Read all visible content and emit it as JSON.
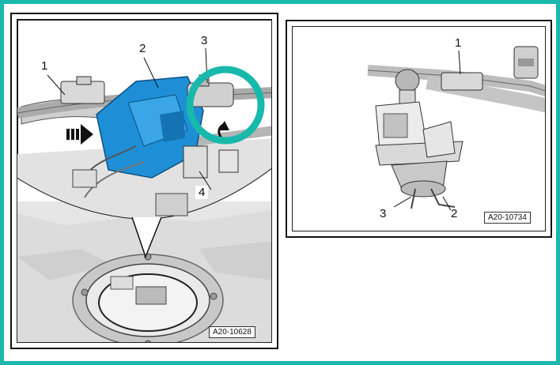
{
  "left_panel": {
    "ref_code": "A20-10628",
    "callouts": [
      "1",
      "2",
      "3",
      "4"
    ]
  },
  "right_panel": {
    "ref_code": "A20-10734",
    "callouts": [
      "1",
      "2",
      "3"
    ]
  },
  "colors": {
    "frame": "#19b8ad",
    "highlight_ring": "#19b8ad",
    "pump_blue": "#1e8fd6"
  }
}
